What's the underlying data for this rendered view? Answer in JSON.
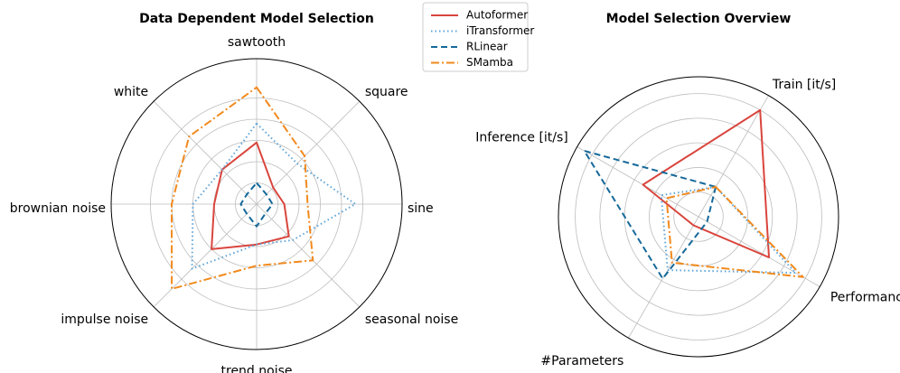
{
  "chart_data": [
    {
      "type": "radar",
      "title": "Data Dependent Model Selection",
      "categories": [
        "sawtooth",
        "square",
        "sine",
        "seasonal noise",
        "trend noise",
        "impulse noise",
        "brownian noise",
        "white"
      ],
      "rlim": [
        0,
        1
      ],
      "grid": true,
      "series": [
        {
          "name": "Autoformer",
          "values": [
            0.58,
            0.22,
            0.26,
            0.43,
            0.38,
            0.6,
            0.4,
            0.46
          ]
        },
        {
          "name": "iTransformer",
          "values": [
            0.76,
            0.54,
            0.93,
            0.48,
            0.38,
            0.86,
            0.6,
            0.46
          ]
        },
        {
          "name": "RLinear",
          "values": [
            0.2,
            0.13,
            0.15,
            0.12,
            0.21,
            0.13,
            0.15,
            0.13
          ]
        },
        {
          "name": "SMamba",
          "values": [
            1.1,
            0.64,
            0.48,
            0.75,
            0.58,
            1.13,
            0.8,
            0.9
          ]
        }
      ]
    },
    {
      "type": "radar",
      "title": "Model Selection Overview",
      "categories": [
        "Train [it/s]",
        "Performance",
        "#Parameters",
        "Inference [it/s]"
      ],
      "rlim": [
        0,
        1
      ],
      "grid": true,
      "series": [
        {
          "name": "Autoformer",
          "values": [
            1.0,
            0.66,
            0.08,
            0.52
          ]
        },
        {
          "name": "iTransformer",
          "values": [
            0.28,
            0.91,
            0.5,
            0.35
          ]
        },
        {
          "name": "RLinear",
          "values": [
            0.28,
            0.08,
            0.58,
            1.07
          ]
        },
        {
          "name": "SMamba",
          "values": [
            0.28,
            0.98,
            0.43,
            0.3
          ]
        }
      ]
    }
  ],
  "legend": {
    "placement": "top-center",
    "entries": [
      {
        "name": "Autoformer",
        "color": "#d9453d",
        "style": "solid"
      },
      {
        "name": "iTransformer",
        "color": "#5fa4d6",
        "style": "dotted"
      },
      {
        "name": "RLinear",
        "color": "#15699a",
        "style": "dashed"
      },
      {
        "name": "SMamba",
        "color": "#f28a1e",
        "style": "dashdot"
      }
    ]
  }
}
